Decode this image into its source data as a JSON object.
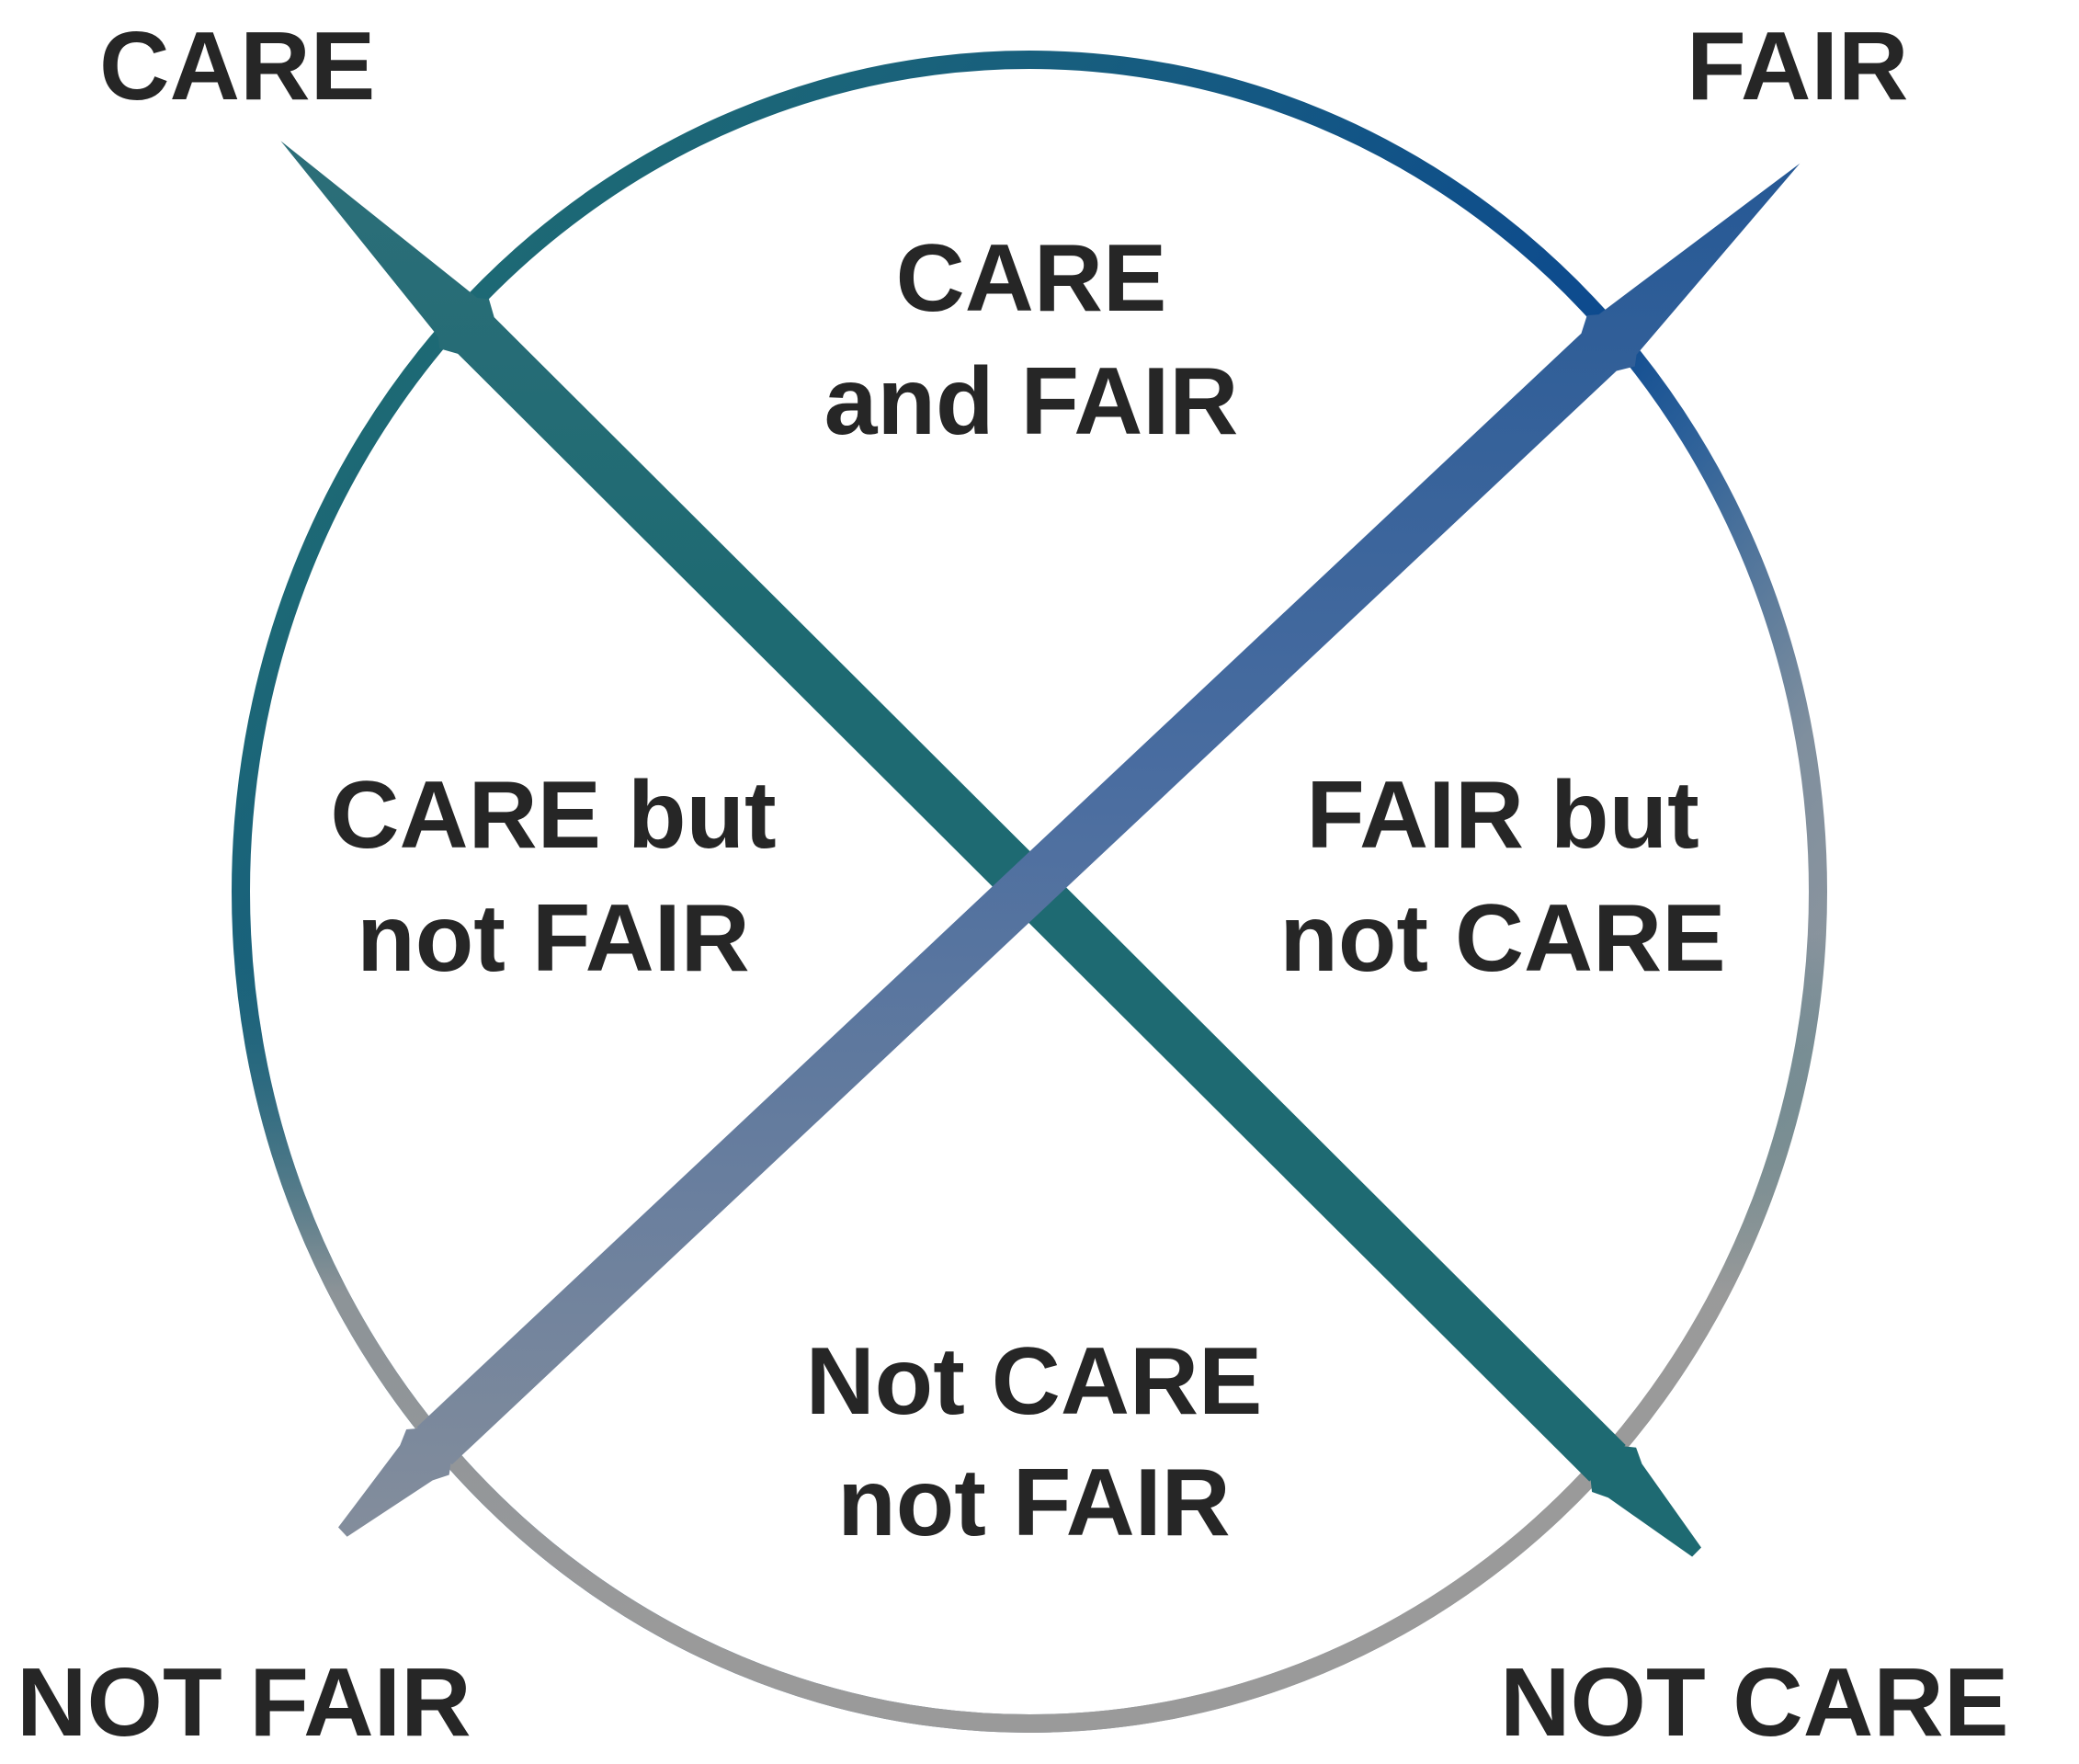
{
  "axes": {
    "care": "CARE",
    "fair": "FAIR",
    "not_fair": "NOT FAIR",
    "not_care": "NOT CARE"
  },
  "quadrants": {
    "top": [
      "CARE",
      "and FAIR"
    ],
    "left": [
      "CARE but",
      "not FAIR"
    ],
    "right": [
      "FAIR but",
      "not CARE"
    ],
    "bottom": [
      "Not CARE",
      "not FAIR"
    ]
  },
  "colors": {
    "text": "#262626",
    "teal": "#1e6b73",
    "navy": "#0d4a8f",
    "steel": "#3a6aa6",
    "gray": "#9a9a9a"
  }
}
